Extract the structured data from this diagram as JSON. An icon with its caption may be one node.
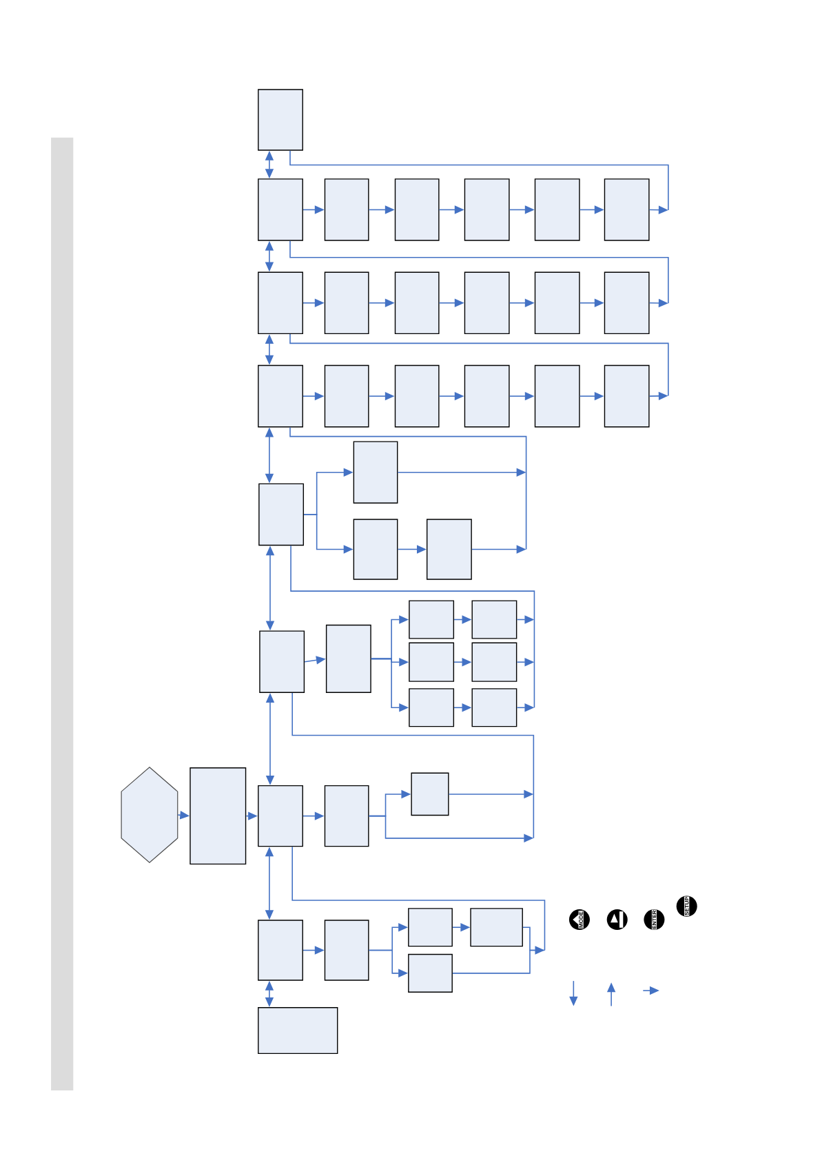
{
  "diagram": {
    "nodes": [
      {
        "text": [],
        "shape": "box"
      },
      {
        "text": [],
        "shape": "box"
      },
      {
        "text": [],
        "shape": "box"
      },
      {
        "text": [],
        "shape": "box"
      },
      {
        "text": [],
        "shape": "box"
      },
      {
        "text": [],
        "shape": "box"
      },
      {
        "text": [],
        "shape": "box"
      },
      {
        "text": [],
        "shape": "box"
      },
      {
        "text": [],
        "shape": "box"
      },
      {
        "text": [],
        "shape": "box"
      },
      {
        "text": [],
        "shape": "box"
      },
      {
        "text": [],
        "shape": "box"
      },
      {
        "text": [],
        "shape": "box"
      },
      {
        "text": [],
        "shape": "box"
      },
      {
        "text": [],
        "shape": "box"
      },
      {
        "text": [],
        "shape": "box"
      },
      {
        "text": [],
        "shape": "box"
      },
      {
        "text": [],
        "shape": "box"
      },
      {
        "text": [],
        "shape": "box"
      },
      {
        "text": [],
        "shape": "box"
      },
      {
        "text": [],
        "shape": "box"
      },
      {
        "text": [],
        "shape": "box"
      },
      {
        "text": [],
        "shape": "box"
      },
      {
        "text": [],
        "shape": "box"
      },
      {
        "text": [],
        "shape": "box"
      },
      {
        "text": [],
        "shape": "box"
      },
      {
        "text": [],
        "shape": "box"
      },
      {
        "text": [],
        "shape": "box"
      },
      {
        "text": [],
        "shape": "box"
      },
      {
        "text": [],
        "shape": "box"
      },
      {
        "text": [],
        "shape": "box"
      },
      {
        "text": [],
        "shape": "hexagon"
      },
      {
        "text": [],
        "shape": "box"
      },
      {
        "text": [],
        "shape": "box"
      },
      {
        "text": [],
        "shape": "box"
      },
      {
        "text": [],
        "shape": "box"
      },
      {
        "text": [],
        "shape": "box"
      },
      {
        "text": [],
        "shape": "box"
      },
      {
        "text": [],
        "shape": "box"
      },
      {
        "text": [],
        "shape": "box"
      },
      {
        "text": [],
        "shape": "box"
      },
      {
        "text": [],
        "shape": "box"
      }
    ],
    "edges": [
      {
        "from": 0,
        "to": 1,
        "arrow": "both"
      },
      {
        "from": 1,
        "to": 7,
        "arrow": "both"
      },
      {
        "from": 7,
        "to": 13,
        "arrow": "both"
      },
      {
        "from": 13,
        "to": 19,
        "arrow": "both"
      },
      {
        "from": 19,
        "to": 23,
        "arrow": "both"
      },
      {
        "from": 23,
        "to": 33,
        "arrow": "both"
      },
      {
        "from": 33,
        "to": 36,
        "arrow": "both"
      },
      {
        "from": 36,
        "to": 41,
        "arrow": "both"
      },
      {
        "from": 1,
        "to": 2,
        "arrow": "to"
      },
      {
        "from": 2,
        "to": 3,
        "arrow": "to"
      },
      {
        "from": 3,
        "to": 4,
        "arrow": "to"
      },
      {
        "from": 4,
        "to": 5,
        "arrow": "to"
      },
      {
        "from": 5,
        "to": 6,
        "arrow": "to"
      },
      {
        "from": 6,
        "to": null,
        "arrow": "to"
      },
      {
        "from": 0,
        "to": null,
        "arrow": "none"
      },
      {
        "from": 7,
        "to": 8,
        "arrow": "to"
      },
      {
        "from": 8,
        "to": 9,
        "arrow": "to"
      },
      {
        "from": 9,
        "to": 10,
        "arrow": "to"
      },
      {
        "from": 10,
        "to": 11,
        "arrow": "to"
      },
      {
        "from": 11,
        "to": 12,
        "arrow": "to"
      },
      {
        "from": 12,
        "to": null,
        "arrow": "to"
      },
      {
        "from": 1,
        "to": null,
        "arrow": "none"
      },
      {
        "from": 13,
        "to": 14,
        "arrow": "to"
      },
      {
        "from": 14,
        "to": 15,
        "arrow": "to"
      },
      {
        "from": 15,
        "to": 16,
        "arrow": "to"
      },
      {
        "from": 16,
        "to": 17,
        "arrow": "to"
      },
      {
        "from": 17,
        "to": 18,
        "arrow": "to"
      },
      {
        "from": 18,
        "to": null,
        "arrow": "to"
      },
      {
        "from": 7,
        "to": null,
        "arrow": "none"
      },
      {
        "from": 19,
        "to": 20,
        "arrow": "to"
      },
      {
        "from": 19,
        "to": 21,
        "arrow": "to"
      },
      {
        "from": 20,
        "to": null,
        "arrow": "to"
      },
      {
        "from": 21,
        "to": 22,
        "arrow": "to"
      },
      {
        "from": 22,
        "to": null,
        "arrow": "to"
      },
      {
        "from": 13,
        "to": null,
        "arrow": "none"
      },
      {
        "from": 23,
        "to": 24,
        "arrow": "to"
      },
      {
        "from": 24,
        "to": 25,
        "arrow": "to"
      },
      {
        "from": 24,
        "to": 27,
        "arrow": "to"
      },
      {
        "from": 24,
        "to": 29,
        "arrow": "to"
      },
      {
        "from": 25,
        "to": 26,
        "arrow": "to"
      },
      {
        "from": 27,
        "to": 28,
        "arrow": "to"
      },
      {
        "from": 29,
        "to": 30,
        "arrow": "to"
      },
      {
        "from": 26,
        "to": null,
        "arrow": "to"
      },
      {
        "from": 28,
        "to": null,
        "arrow": "to"
      },
      {
        "from": 30,
        "to": null,
        "arrow": "to"
      },
      {
        "from": 19,
        "to": null,
        "arrow": "none"
      },
      {
        "from": 31,
        "to": 32,
        "arrow": "to"
      },
      {
        "from": 32,
        "to": 33,
        "arrow": "to"
      },
      {
        "from": 33,
        "to": 34,
        "arrow": "to"
      },
      {
        "from": 34,
        "to": 35,
        "arrow": "to"
      },
      {
        "from": 34,
        "to": null,
        "arrow": "to"
      },
      {
        "from": 35,
        "to": null,
        "arrow": "to"
      },
      {
        "from": 23,
        "to": null,
        "arrow": "none"
      },
      {
        "from": 36,
        "to": 37,
        "arrow": "to"
      },
      {
        "from": 37,
        "to": 38,
        "arrow": "to"
      },
      {
        "from": 37,
        "to": 40,
        "arrow": "to"
      },
      {
        "from": 38,
        "to": 39,
        "arrow": "to"
      },
      {
        "from": 39,
        "to": null,
        "arrow": "to"
      },
      {
        "from": 40,
        "to": null,
        "arrow": "none"
      },
      {
        "from": 33,
        "to": null,
        "arrow": "none"
      }
    ],
    "labels": [
      "MODE",
      "ENTER",
      "SETUP"
    ]
  }
}
